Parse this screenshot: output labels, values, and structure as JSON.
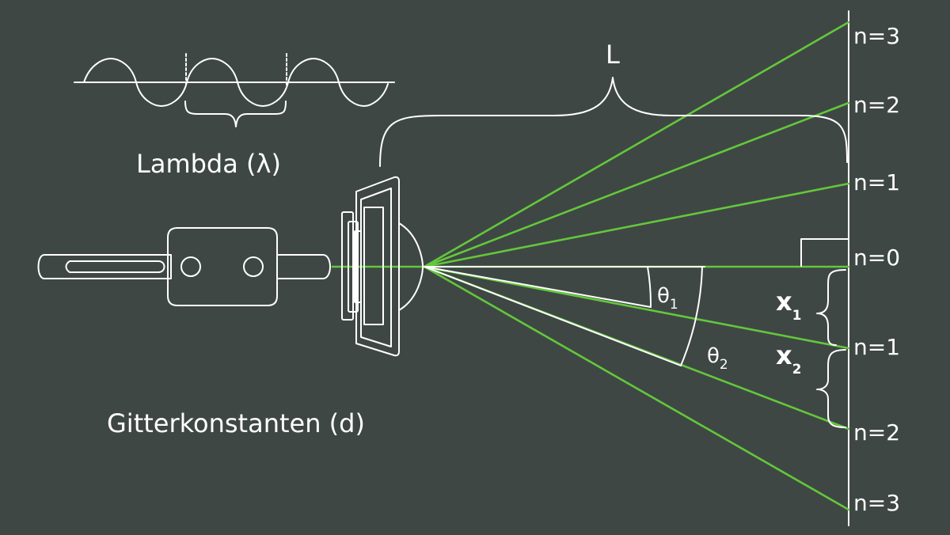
{
  "labels": {
    "distance": "L",
    "wavelength": "Lambda (λ)",
    "grating_constant": "Gitterkonstanten (d)",
    "theta": "θ",
    "theta1_sub": "1",
    "theta2_sub": "2",
    "x": "x",
    "x1_sub": "1",
    "x2_sub": "2"
  },
  "orders": {
    "top": [
      "n=3",
      "n=2",
      "n=1"
    ],
    "center": "n=0",
    "bottom": [
      "n=1",
      "n=2",
      "n=3"
    ]
  },
  "colors": {
    "background": "#3f4745",
    "beam": "#63c83a",
    "line": "#ffffff"
  }
}
